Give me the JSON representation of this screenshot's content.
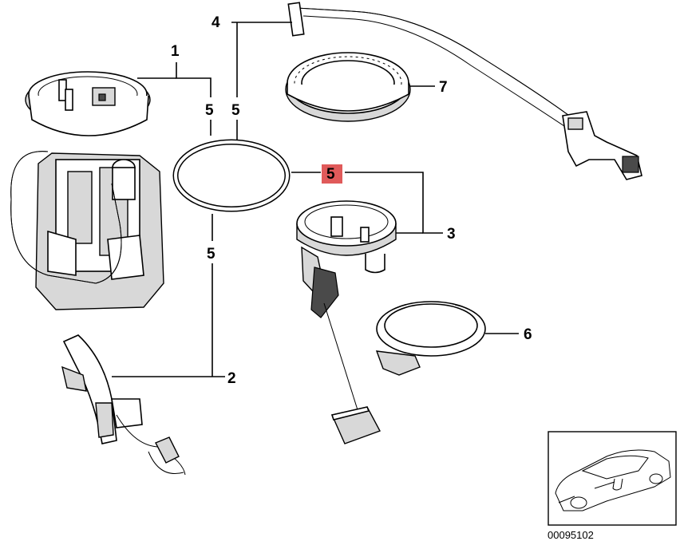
{
  "callouts": {
    "pump_unit": "1",
    "pump_unit_gasket": "5",
    "gasket_top": "5",
    "gasket_bottom": "5",
    "gasket_highlighted": "5",
    "bracket": "2",
    "sender_unit": "3",
    "wire_harness": "4",
    "mounting_ring": "6",
    "lock_ring": "7"
  },
  "highlight_color": "#e05a5a",
  "reference_number": "00095102",
  "icons": {
    "vehicle_thumbnail": "car-outline-icon"
  }
}
